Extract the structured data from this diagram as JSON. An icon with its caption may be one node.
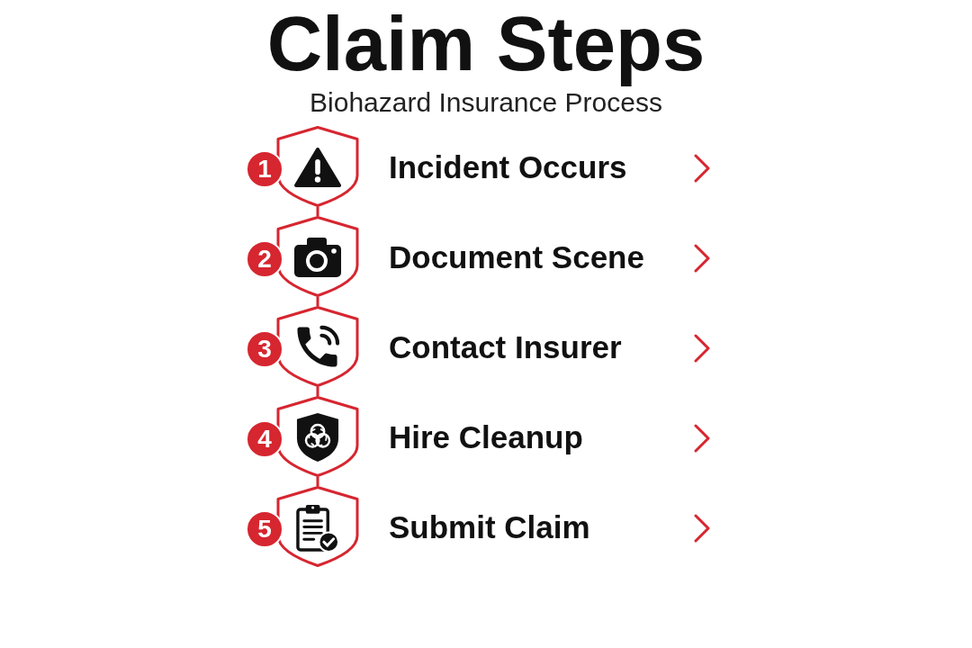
{
  "diagram": {
    "title": "Claim Steps",
    "nodes": [
      {
        "text": [
          "1"
        ]
      },
      {
        "text": [],
        "shape": "shield",
        "beside": [
          "Incident Occurs"
        ]
      },
      {
        "text": [
          "2"
        ]
      },
      {
        "text": [],
        "shape": "shield",
        "beside": [
          "Document Scene"
        ]
      },
      {
        "text": [
          "3"
        ]
      },
      {
        "text": [],
        "shape": "shield",
        "beside": [
          "Contact Insurer"
        ]
      },
      {
        "text": [
          "4"
        ]
      },
      {
        "text": [],
        "shape": "shield",
        "beside": [
          "Hire Cleanup"
        ]
      },
      {
        "text": [
          "5"
        ]
      },
      {
        "text": [],
        "shape": "shield",
        "beside": [
          "Submit Claim"
        ]
      }
    ],
    "edges": [
      {
        "from": 1,
        "to": 3,
        "arrow": "none"
      },
      {
        "from": 3,
        "to": 5,
        "arrow": "none"
      },
      {
        "from": 5,
        "to": 7,
        "arrow": "none"
      },
      {
        "from": 7,
        "to": 9,
        "arrow": "none"
      }
    ],
    "labels": [
      "Biohazard Insurance Process"
    ]
  }
}
